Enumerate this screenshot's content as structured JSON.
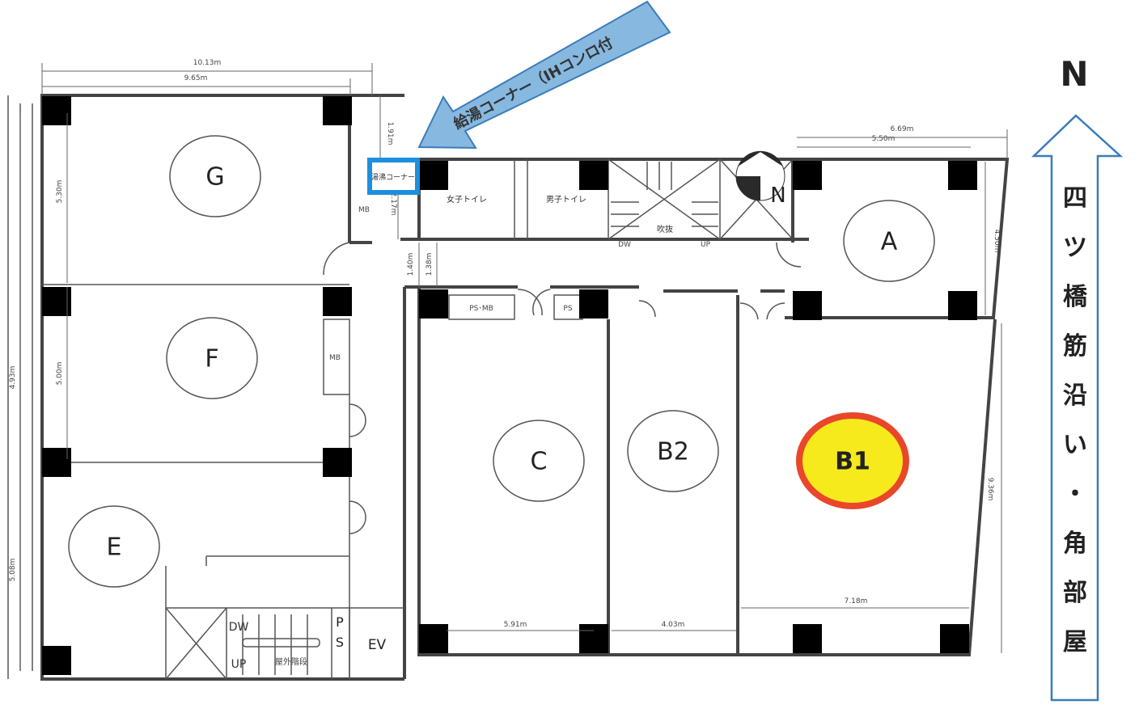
{
  "compass_top": {
    "label": "N"
  },
  "side_arrow": {
    "chars": [
      "四",
      "ツ",
      "橋",
      "筋",
      "沿",
      "い",
      "・",
      "角",
      "部",
      "屋"
    ]
  },
  "callout": {
    "text": "給湯コーナー（IHコンロ付",
    "box_label": "湯沸コーナー",
    "color_fill": "#86b8e0",
    "color_stroke": "#3b7cb8"
  },
  "rooms": {
    "G": "G",
    "F": "F",
    "E": "E",
    "A": "A",
    "C": "C",
    "B2": "B2",
    "B1": "B1"
  },
  "highlight": {
    "fill": "#f7ea1c",
    "stroke": "#e8472b"
  },
  "labels": {
    "womens_toilet": "女子トイレ",
    "mens_toilet": "男子トイレ",
    "void": "吹抜",
    "dw": "DW",
    "up": "UP",
    "compass_n": "N",
    "ps_mb": "PS･MB",
    "ps": "PS",
    "mb": "MB",
    "mb2": "MB",
    "stair_dw": "DW",
    "stair_up": "UP",
    "ps_p": "P",
    "ps_s": "S",
    "ev": "EV",
    "outer_stair": "屋外階段"
  },
  "dimensions": {
    "d1013": "10.13m",
    "d965": "9.65m",
    "d191": "1.91m",
    "d217": "2.17m",
    "d530": "5.30m",
    "d500": "5.00m",
    "d493": "4.93m",
    "d508": "5.08m",
    "d140": "1.40m",
    "d138": "1.38m",
    "d669": "6.69m",
    "d550": "5.50m",
    "d450": "4.50m",
    "d936": "9.36m",
    "d591": "5.91m",
    "d403": "4.03m",
    "d718": "7.18m"
  }
}
